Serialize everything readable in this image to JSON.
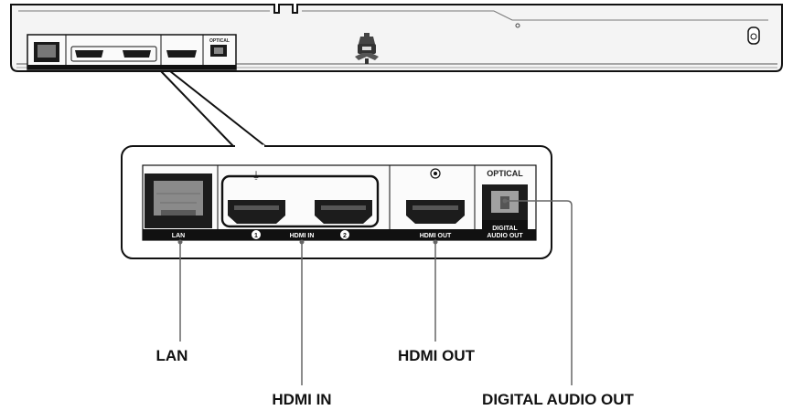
{
  "device_labels": {
    "lan": "LAN",
    "hdmi_in": "HDMI IN",
    "hdmi_out": "HDMI OUT",
    "optical": "OPTICAL",
    "digital_audio_out_line1": "DIGITAL",
    "digital_audio_out_line2": "AUDIO OUT",
    "port_1": "1",
    "port_2": "2"
  },
  "callouts": {
    "lan": "LAN",
    "hdmi_in": "HDMI IN",
    "hdmi_out": "HDMI OUT",
    "digital_audio_out": "DIGITAL AUDIO OUT"
  },
  "colors": {
    "outline": "#111111",
    "body": "#f2f2f2",
    "port": "#1a1a1a",
    "label_bar": "#111111",
    "leader_line": "#666666"
  },
  "icons": {
    "device_back": "player-rear-panel-icon",
    "mascot": "security-robot-icon"
  }
}
